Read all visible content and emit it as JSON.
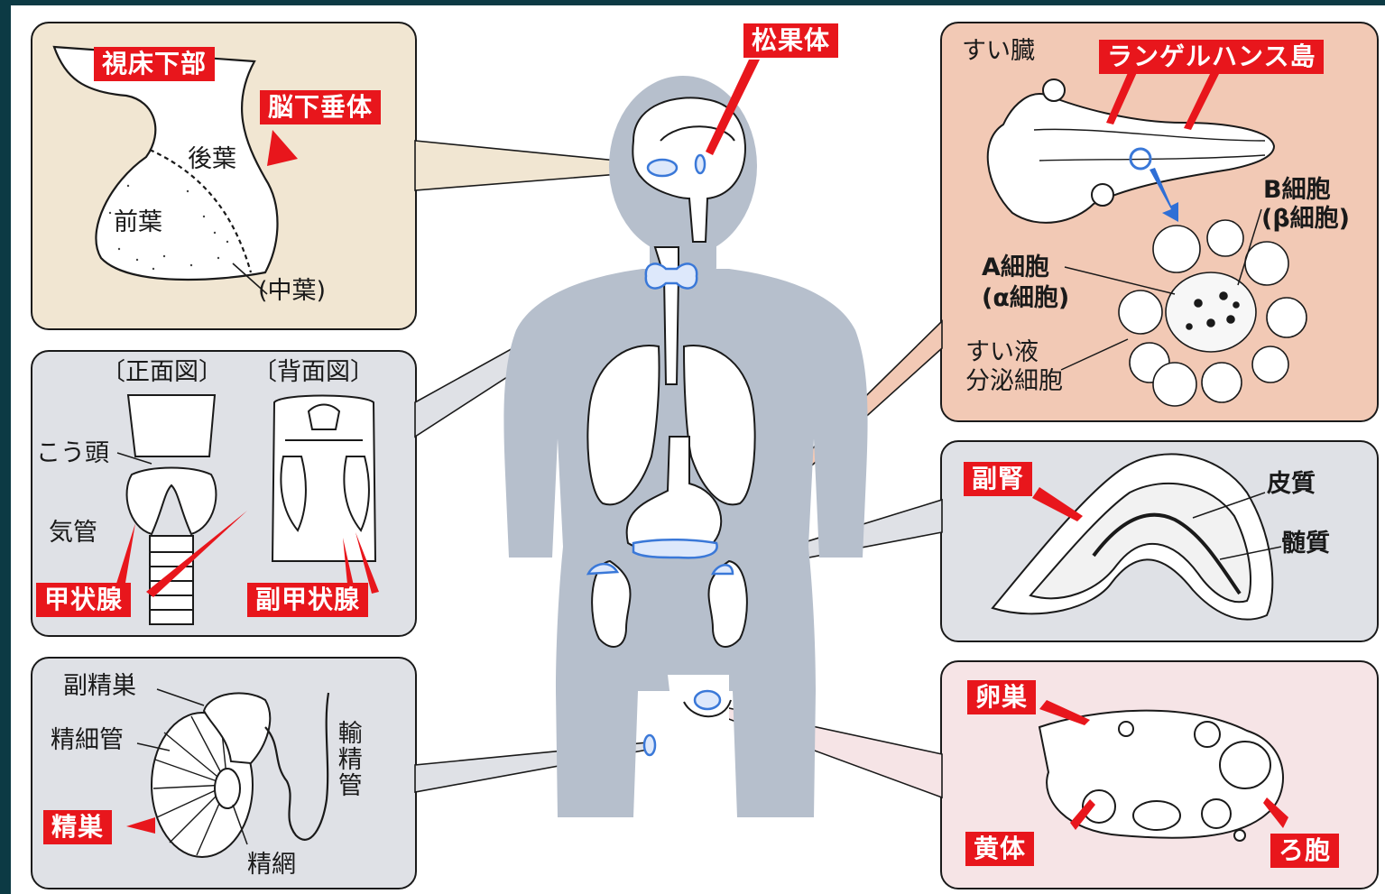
{
  "colors": {
    "panel_pituitary": "#f1e6d2",
    "panel_pancreas": "#f2c9b5",
    "panel_grey": "#dfe1e6",
    "panel_ovary": "#f6e4e6",
    "body_silhouette": "#b6bfcc",
    "gland_blue": "#3a78d8",
    "tag_red": "#e8161c"
  },
  "pituitary_panel": {
    "hypothalamus": "視床下部",
    "pituitary": "脳下垂体",
    "posterior_lobe": "後葉",
    "anterior_lobe": "前葉",
    "middle_lobe": "(中葉)"
  },
  "thyroid_panel": {
    "front_view": "〔正面図〕",
    "back_view": "〔背面図〕",
    "larynx": "こう頭",
    "trachea": "気管",
    "thyroid": "甲状腺",
    "parathyroid": "副甲状腺"
  },
  "testis_panel": {
    "epididymis": "副精巣",
    "seminiferous_tubule": "精細管",
    "testis": "精巣",
    "rete_testis": "精網",
    "vas_deferens": "輸精管"
  },
  "center": {
    "pineal": "松果体"
  },
  "pancreas_panel": {
    "pancreas": "すい臓",
    "islets": "ランゲルハンス島",
    "b_cell": "B細胞",
    "beta_cell": "(β細胞)",
    "a_cell": "A細胞",
    "alpha_cell": "(α細胞)",
    "acinar_cell_1": "すい液",
    "acinar_cell_2": "分泌細胞"
  },
  "adrenal_panel": {
    "adrenal": "副腎",
    "cortex": "皮質",
    "medulla": "髄質"
  },
  "ovary_panel": {
    "ovary": "卵巣",
    "corpus_luteum": "黄体",
    "follicle": "ろ胞"
  }
}
